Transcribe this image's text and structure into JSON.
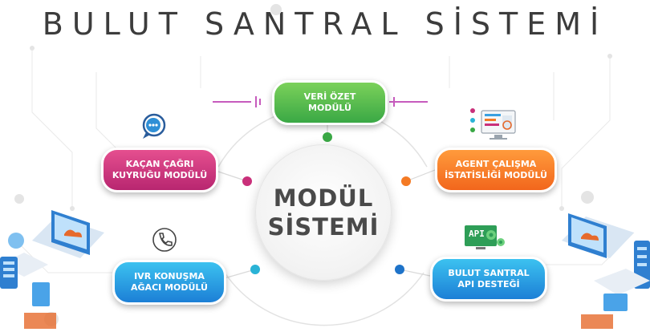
{
  "title": "BULUT SANTRAL SİSTEMİ",
  "center": {
    "line1": "MODÜL",
    "line2": "SİSTEMİ"
  },
  "modules": {
    "veri_ozet": {
      "line1": "VERİ ÖZET",
      "line2": "MODÜLÜ"
    },
    "kacan_cagri": {
      "line1": "KAÇAN ÇAĞRI",
      "line2": "KUYRUĞU MODÜLÜ"
    },
    "agent": {
      "line1": "AGENT ÇALIŞMA",
      "line2": "İSTATİSLİĞİ MODÜLÜ"
    },
    "ivr": {
      "line1": "IVR KONUŞMA",
      "line2": "AĞACI MODÜLÜ"
    },
    "api": {
      "line1": "BULUT SANTRAL",
      "line2": "API DESTEĞİ"
    }
  },
  "api_icon_label": "API",
  "colors": {
    "green": "#3aa845",
    "pink": "#c9307a",
    "orange": "#f47a24",
    "blue": "#1e8fd8",
    "dot_teal": "#2ab3d6"
  }
}
